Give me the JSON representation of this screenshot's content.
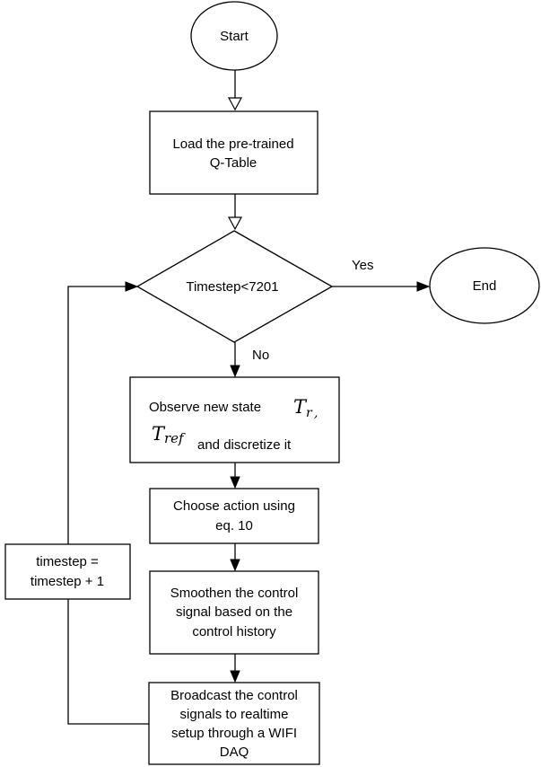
{
  "nodes": {
    "start": "Start",
    "load": [
      "Load the pre-trained",
      "Q-Table"
    ],
    "decision": "Timestep<7201",
    "end": "End",
    "observe_line1": "Observe new state",
    "observe_sym1": "T",
    "observe_sub1": "r",
    "observe_comma": ",",
    "observe_sym2": "T",
    "observe_sub2": "ref",
    "observe_line2": "and discretize it",
    "choose": [
      "Choose action using",
      "eq. 10"
    ],
    "smoothen": [
      "Smoothen the control",
      "signal based on the",
      "control history"
    ],
    "broadcast": [
      "Broadcast the control",
      "signals to realtime",
      "setup through a WIFI",
      "DAQ"
    ],
    "timestep": [
      "timestep =",
      "timestep + 1"
    ]
  },
  "edges": {
    "yes": "Yes",
    "no": "No"
  }
}
